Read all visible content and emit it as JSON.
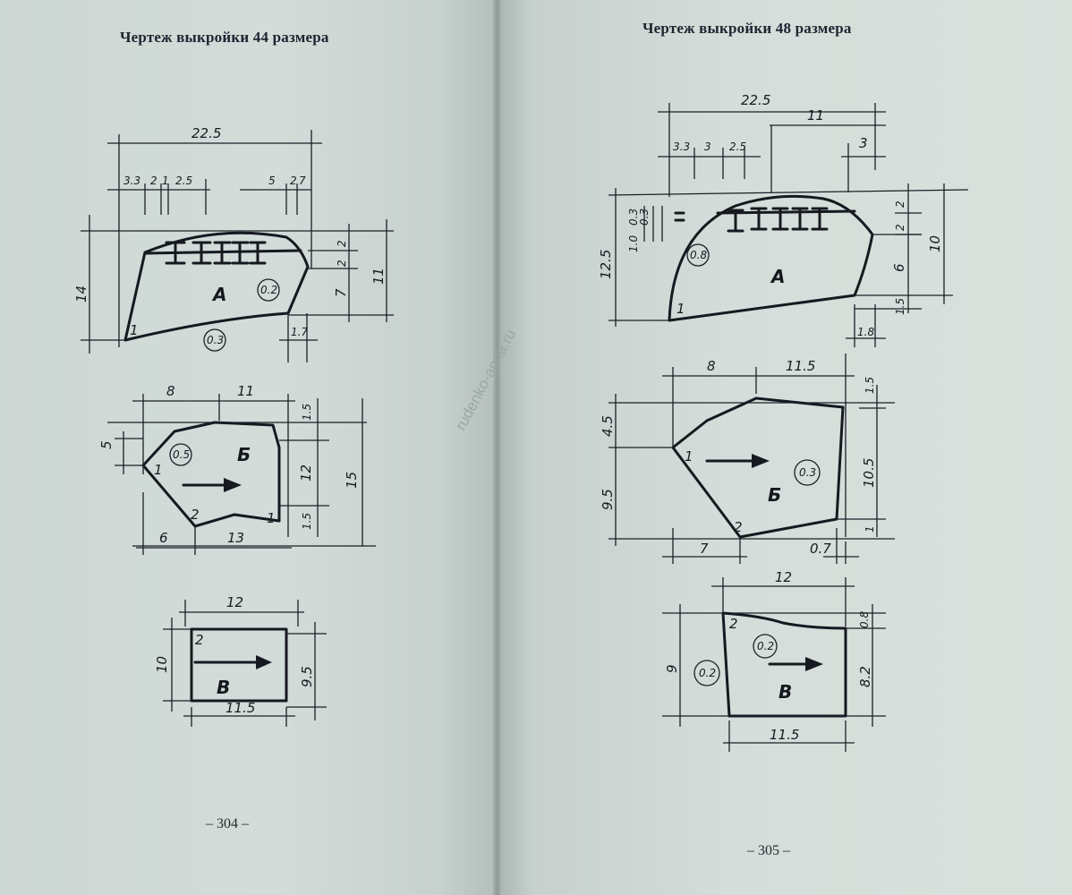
{
  "left_page": {
    "title": "Чертеж выкройки 44 размера",
    "page_number": "– 304 –",
    "piece_a": {
      "label": "А",
      "dims": {
        "width": "22.5",
        "d1": "3.3",
        "d2": "2",
        "d3": "1",
        "d4": "2.5",
        "d5": "5",
        "d6": "2",
        "d7": "7",
        "height": "14",
        "h1": "2",
        "h2": "2",
        "h3": "7",
        "h4": "11",
        "bottom": "1.7"
      },
      "circles": [
        "0.2",
        "0.3"
      ],
      "points": [
        "1"
      ]
    },
    "piece_b": {
      "label": "Б",
      "dims": {
        "top1": "8",
        "top2": "11",
        "left": "5",
        "r1": "1.5",
        "r2": "12",
        "r3": "1.5",
        "r4": "15",
        "bot1": "6",
        "bot2": "13"
      },
      "circles": [
        "0.5"
      ],
      "points": [
        "1",
        "2",
        "1"
      ]
    },
    "piece_v": {
      "label": "В",
      "dims": {
        "top": "12",
        "left": "10",
        "right": "9.5",
        "bottom": "11.5"
      },
      "points": [
        "2"
      ]
    }
  },
  "right_page": {
    "title": "Чертеж выкройки 48 размера",
    "page_number": "– 305 –",
    "piece_a": {
      "label": "А",
      "dims": {
        "width": "22.5",
        "d11": "11",
        "d1": "3.3",
        "d2": "3",
        "d3": "2.5",
        "d4": "3",
        "left": "12.5",
        "l1": "1.0",
        "l2": "0.3",
        "l3": "0.3",
        "r1": "2",
        "r2": "2",
        "r3": "6",
        "r4": "10",
        "r5": "1.5",
        "bottom": "1.8"
      },
      "circles": [
        "0.8"
      ],
      "points": [
        "1"
      ]
    },
    "piece_b": {
      "label": "Б",
      "dims": {
        "top1": "8",
        "top2": "11.5",
        "tr": "1.5",
        "left1": "4.5",
        "left2": "9.5",
        "right": "10.5",
        "rb": "1",
        "bot1": "7",
        "bot2": "0.7"
      },
      "circles": [
        "0.3"
      ],
      "points": [
        "1",
        "2"
      ]
    },
    "piece_v": {
      "label": "В",
      "dims": {
        "top": "12",
        "left": "9",
        "right": "8.2",
        "tr": "0.8",
        "bottom": "11.5"
      },
      "circles": [
        "0.2",
        "0.2"
      ],
      "points": [
        "2"
      ]
    }
  },
  "watermark": "rudenko-anna.ru"
}
